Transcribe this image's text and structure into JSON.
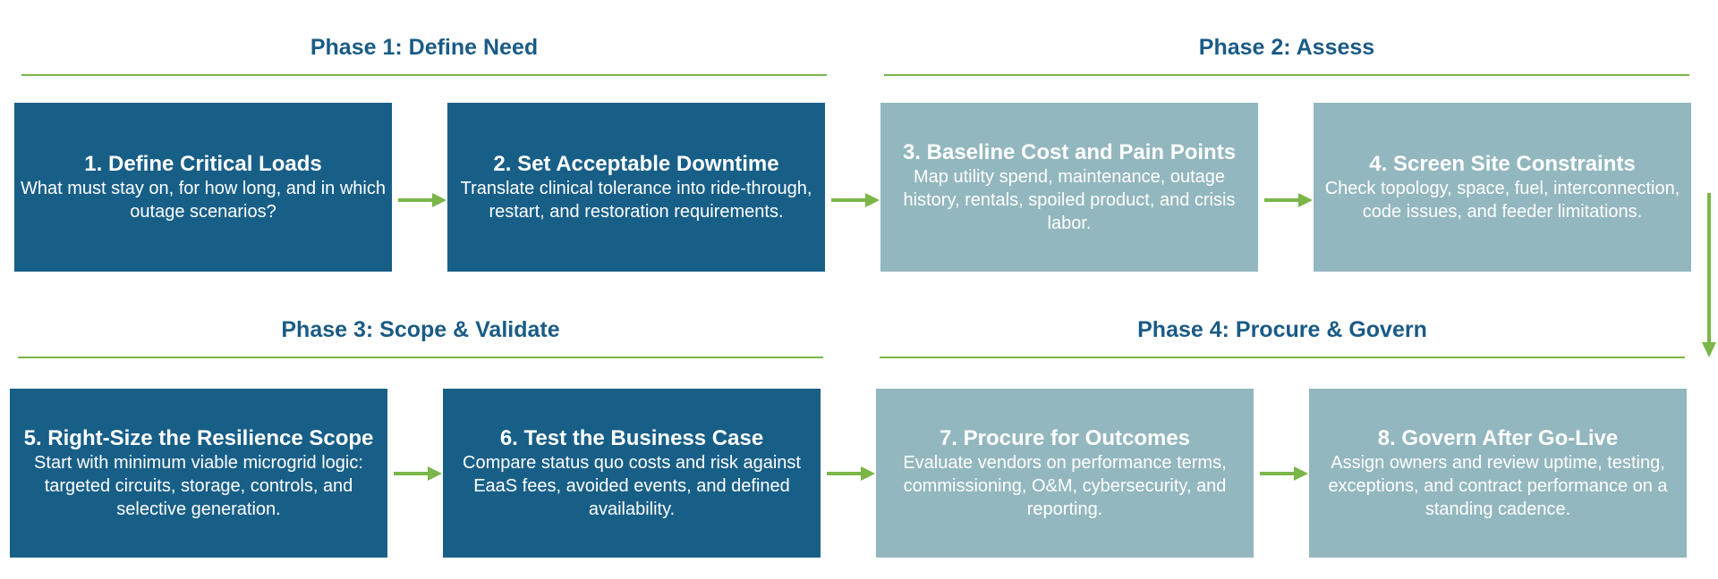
{
  "phases": [
    {
      "title": "Phase 1: Define Need"
    },
    {
      "title": "Phase 2: Assess"
    },
    {
      "title": "Phase 3: Scope & Validate"
    },
    {
      "title": "Phase 4: Procure & Govern"
    }
  ],
  "steps": [
    {
      "title": "1. Define Critical Loads",
      "desc": "What must stay on, for how long, and in which outage scenarios?"
    },
    {
      "title": "2. Set Acceptable Downtime",
      "desc": "Translate clinical tolerance into ride-through, restart, and restoration requirements."
    },
    {
      "title": "3. Baseline Cost and Pain Points",
      "desc": "Map utility spend, maintenance, outage history, rentals, spoiled product, and crisis labor."
    },
    {
      "title": "4. Screen Site Constraints",
      "desc": "Check topology, space, fuel, interconnection, code issues, and feeder limitations."
    },
    {
      "title": "5. Right-Size the Resilience Scope",
      "desc": "Start with minimum viable microgrid logic: targeted circuits, storage, controls, and selective generation."
    },
    {
      "title": "6. Test the Business Case",
      "desc": "Compare status quo costs and risk against EaaS fees, avoided events, and defined availability."
    },
    {
      "title": "7. Procure for Outcomes",
      "desc": "Evaluate vendors on performance terms, commissioning, O&M, cybersecurity, and reporting."
    },
    {
      "title": "8. Govern After Go-Live",
      "desc": "Assign owners and review uptime, testing, exceptions, and contract performance on a standing cadence."
    }
  ],
  "colors": {
    "phase_title": "#1a5b86",
    "rule": "#7ab648",
    "arrow": "#7ab648",
    "box_dark": "#185f88",
    "box_light": "#93b7be",
    "box_text": "#ffffff"
  }
}
